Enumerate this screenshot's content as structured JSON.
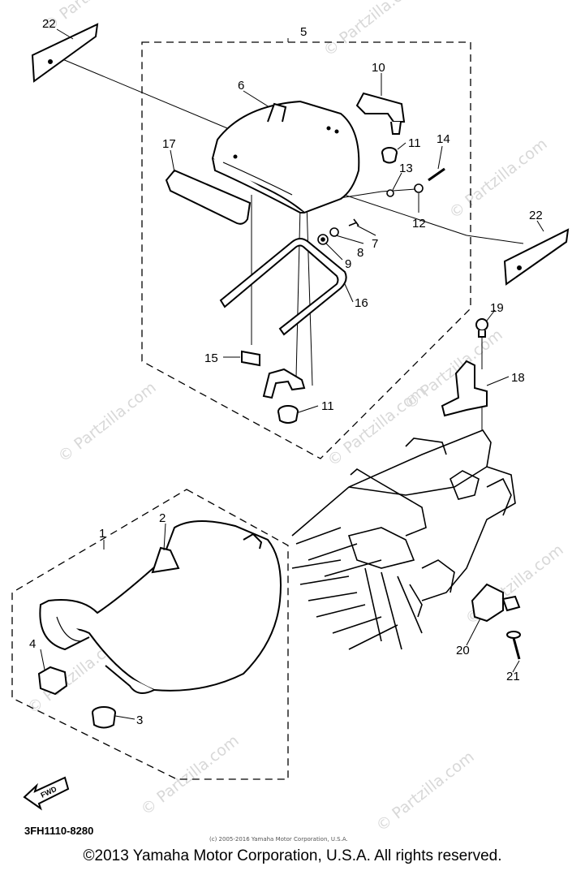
{
  "callouts": [
    "22",
    "5",
    "10",
    "6",
    "11",
    "14",
    "17",
    "13",
    "12",
    "22",
    "8",
    "7",
    "9",
    "16",
    "19",
    "15",
    "18",
    "11",
    "1",
    "2",
    "4",
    "3",
    "20",
    "21"
  ],
  "watermarks": [
    "© Partzilla.com",
    "© Partzilla.com",
    "© Partzilla.com",
    "© Partzilla.com",
    "© Partzilla.com",
    "© Partzilla.com",
    "© Partzilla.com",
    "© Partzilla.com",
    "© Partzilla.com",
    "© Partzilla.com"
  ],
  "diagram_code": "3FH1110-8280",
  "fwd_label": "FWD",
  "small_copyright": "(c) 2005-2016 Yamaha Motor Corporation, U.S.A.",
  "footer_copyright": "©2013 Yamaha Motor Corporation, U.S.A. All rights reserved."
}
